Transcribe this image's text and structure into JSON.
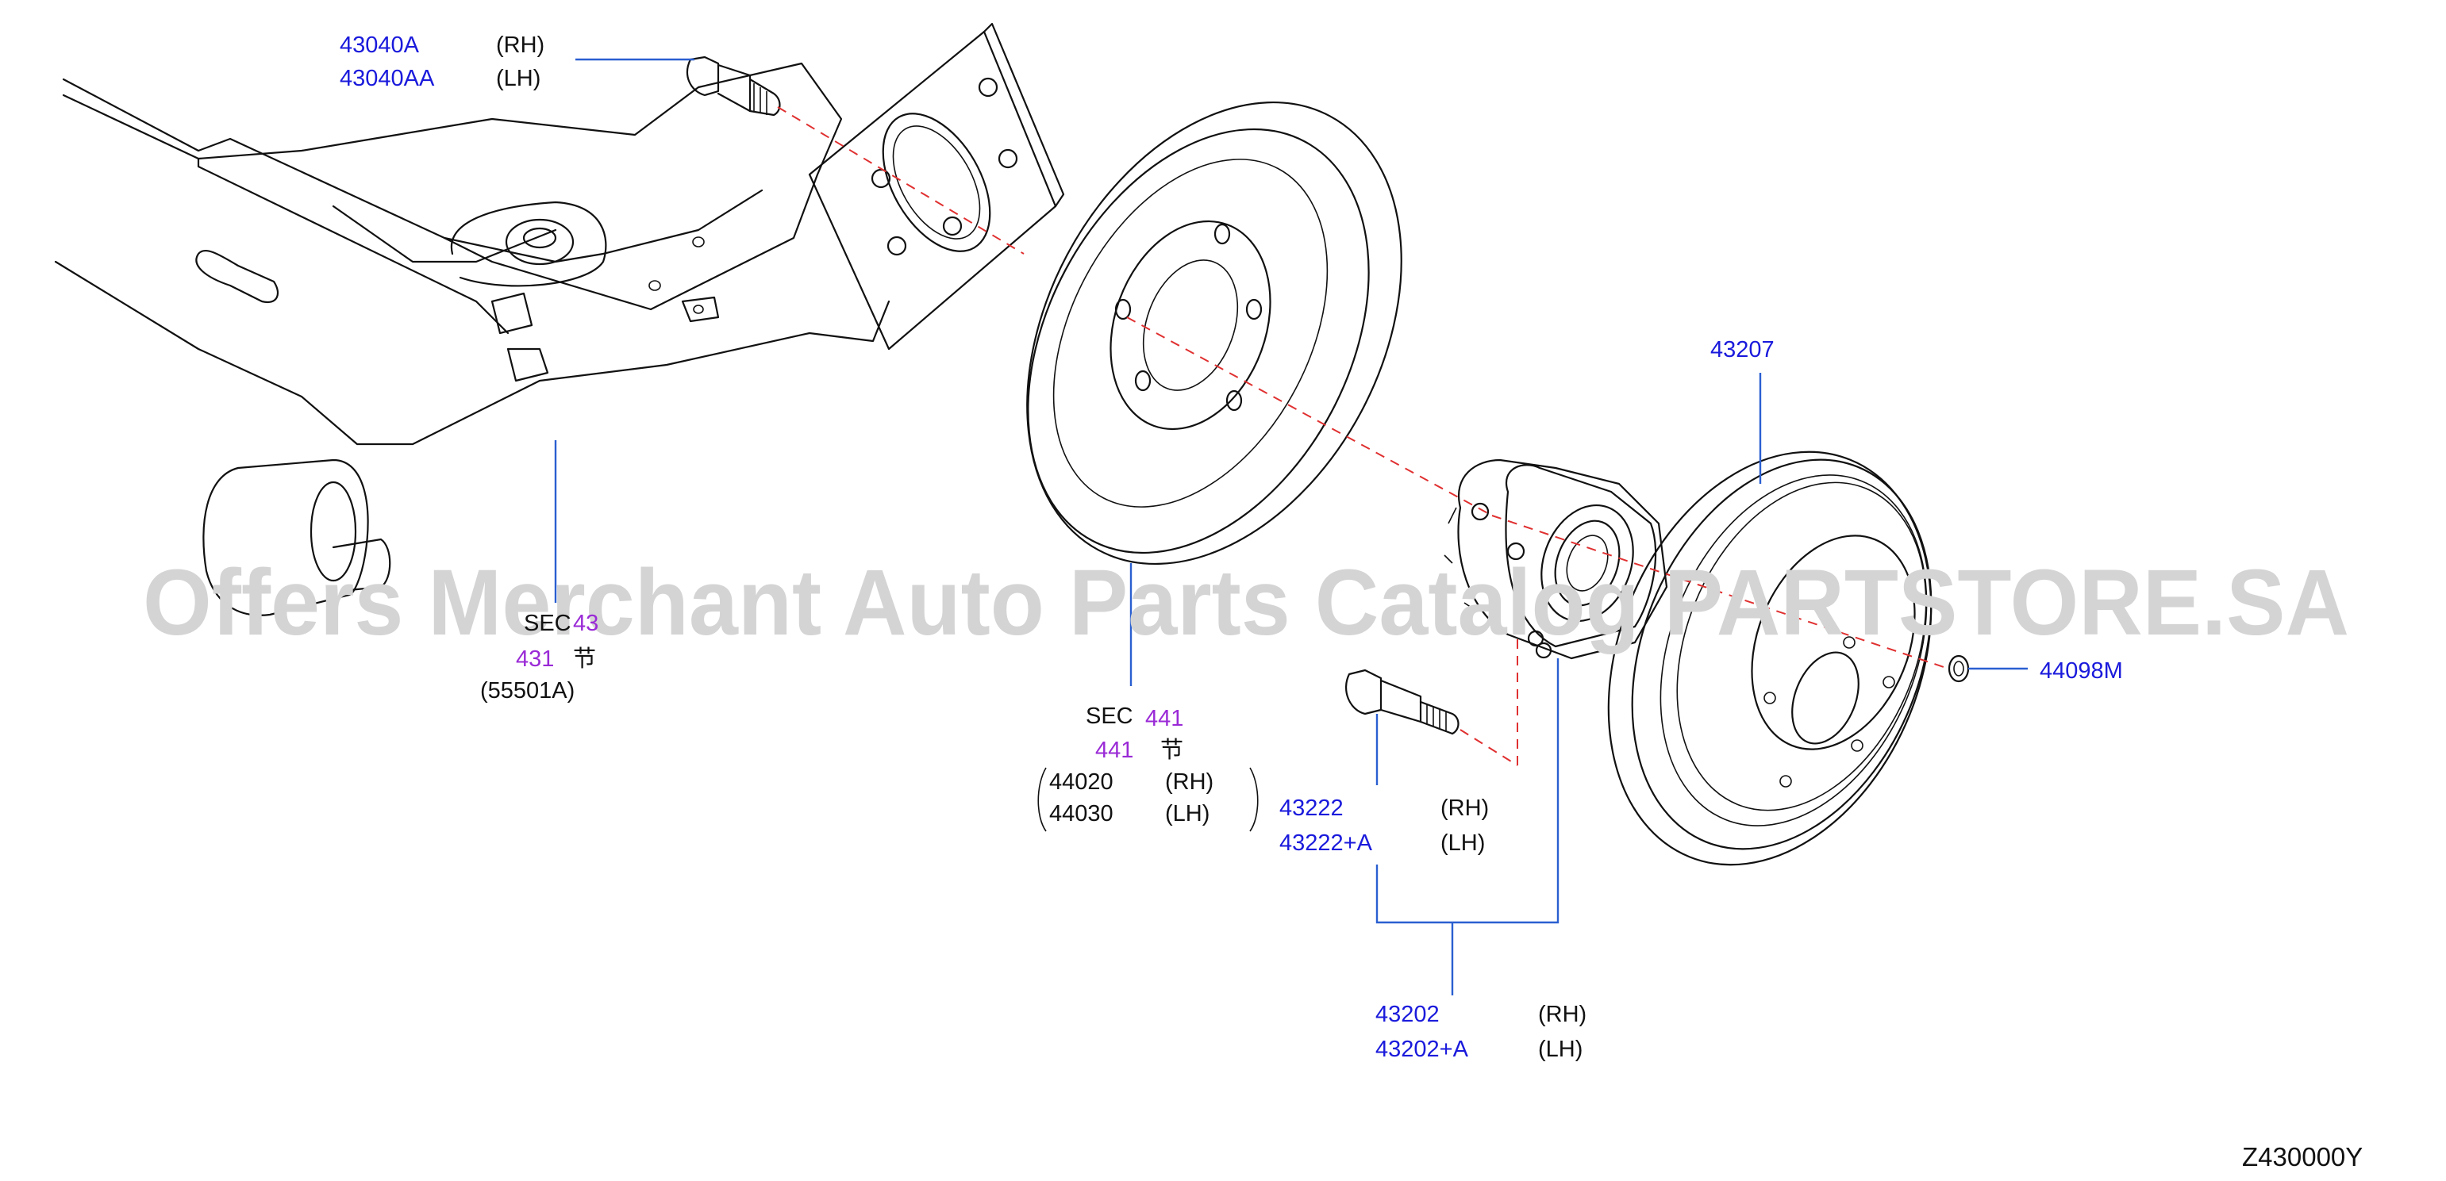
{
  "labels": {
    "bolt_rh": "43040A",
    "bolt_rh_side": "(RH)",
    "bolt_lh": "43040AA",
    "bolt_lh_side": "(LH)",
    "axle_sec_prefix": "SEC",
    "axle_sec_num": "43",
    "axle_sec_num2": "431",
    "axle_sec_mark": "节",
    "axle_part": "(55501A)",
    "drum_sec_prefix": "SEC",
    "drum_sec_num": "441",
    "drum_sec_num2": "441",
    "drum_sec_mark": "节",
    "drum_rh": "44020",
    "drum_rh_side": "(RH)",
    "drum_lh": "44030",
    "drum_lh_side": "(LH)",
    "rotor": "43207",
    "cap": "44098M",
    "hub_bolt_rh": "43222",
    "hub_bolt_rh_side": "(RH)",
    "hub_bolt_lh": "43222+A",
    "hub_bolt_lh_side": "(LH)",
    "hub_rh": "43202",
    "hub_rh_side": "(RH)",
    "hub_lh": "43202+A",
    "hub_lh_side": "(LH)",
    "diagram_code": "Z430000Y"
  },
  "watermark": "Offers Merchant Auto Parts Catalog PARTSTORE.SA",
  "colors": {
    "part_number": "#1a1adc",
    "section_ref": "#9a2ad6",
    "leader": "#2a5fd0",
    "centerline": "#e03030",
    "watermark": "#d4d4d4"
  }
}
